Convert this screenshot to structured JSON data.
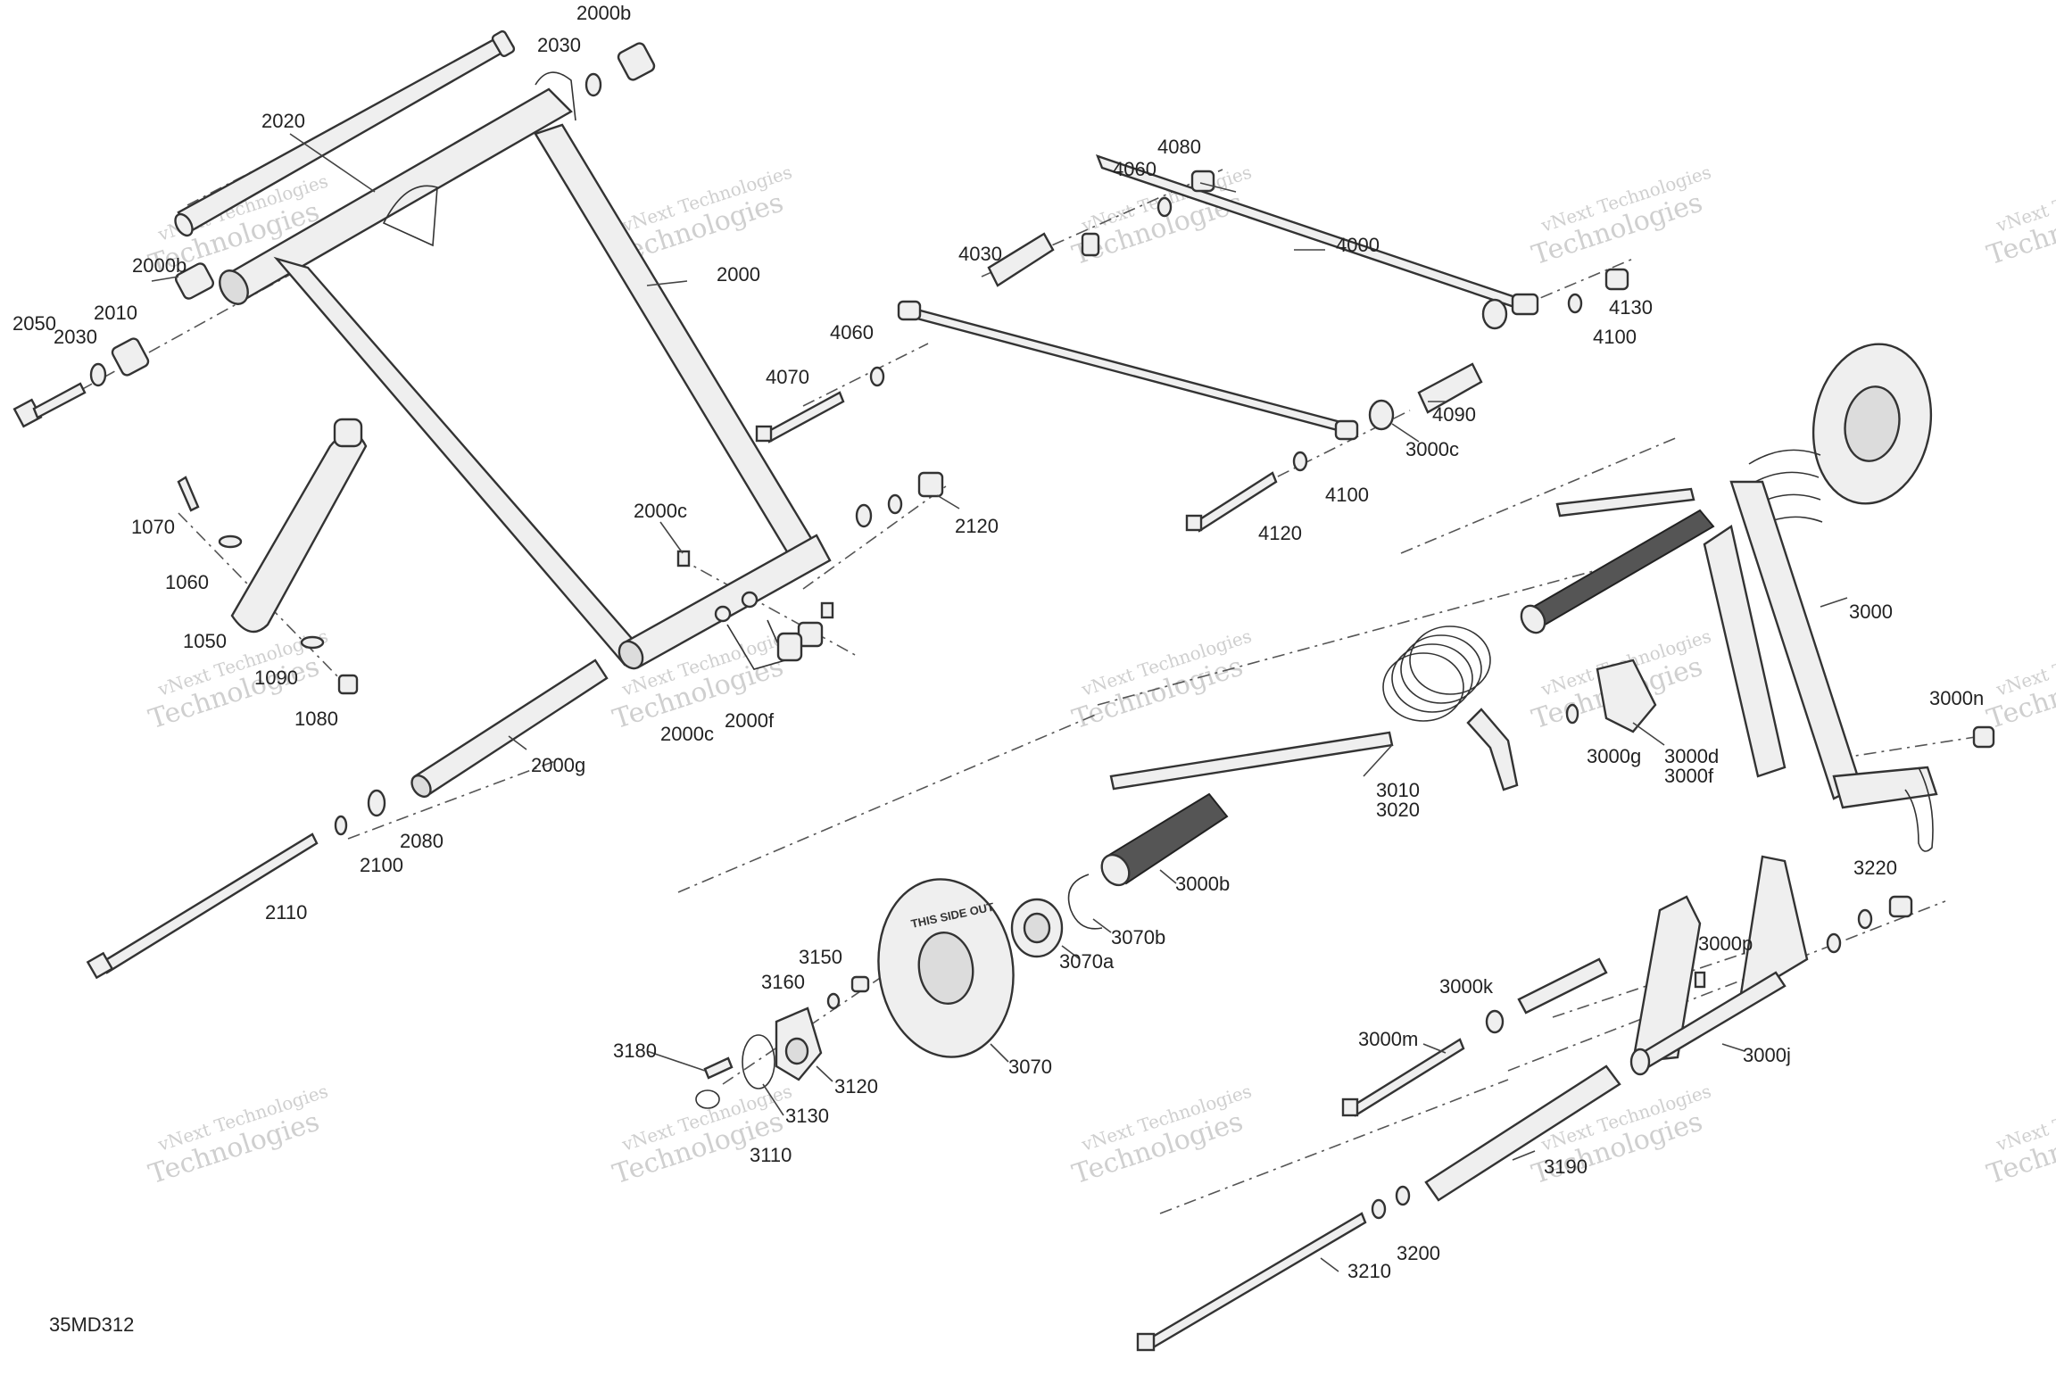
{
  "diagram_code": "35MD312",
  "watermark_lines": [
    "vNext Technologies",
    "Technologies"
  ],
  "labels": {
    "l2000b_top": "2000b",
    "l2030_top": "2030",
    "l2020": "2020",
    "l2000b_left": "2000b",
    "l2010": "2010",
    "l2030_left": "2030",
    "l2050": "2050",
    "l2000": "2000",
    "l1070": "1070",
    "l1060": "1060",
    "l1050": "1050",
    "l1090": "1090",
    "l1080": "1080",
    "l2000c_top": "2000c",
    "l2000c_bot": "2000c",
    "l2000f": "2000f",
    "l2000g": "2000g",
    "l2080": "2080",
    "l2100": "2100",
    "l2110": "2110",
    "l2120": "2120",
    "l4080": "4080",
    "l4060_top": "4060",
    "l4030": "4030",
    "l4000": "4000",
    "l4060_mid": "4060",
    "l4070": "4070",
    "l4130": "4130",
    "l4100_top": "4100",
    "l4090": "4090",
    "l3000c": "3000c",
    "l4100_bot": "4100",
    "l4120": "4120",
    "l3000": "3000",
    "l3000n": "3000n",
    "l3000g": "3000g",
    "l3000d": "3000d",
    "l3000f": "3000f",
    "l3010": "3010",
    "l3020": "3020",
    "l3000b": "3000b",
    "l3070a": "3070a",
    "l3070b": "3070b",
    "l3070": "3070",
    "l3150": "3150",
    "l3160": "3160",
    "l3180": "3180",
    "l3120": "3120",
    "l3130": "3130",
    "l3110": "3110",
    "l3220": "3220",
    "l3000p": "3000p",
    "l3000k": "3000k",
    "l3000m": "3000m",
    "l3000j": "3000j",
    "l3190": "3190",
    "l3200": "3200",
    "l3210": "3210"
  },
  "wheel_text": "THIS SIDE OUT"
}
